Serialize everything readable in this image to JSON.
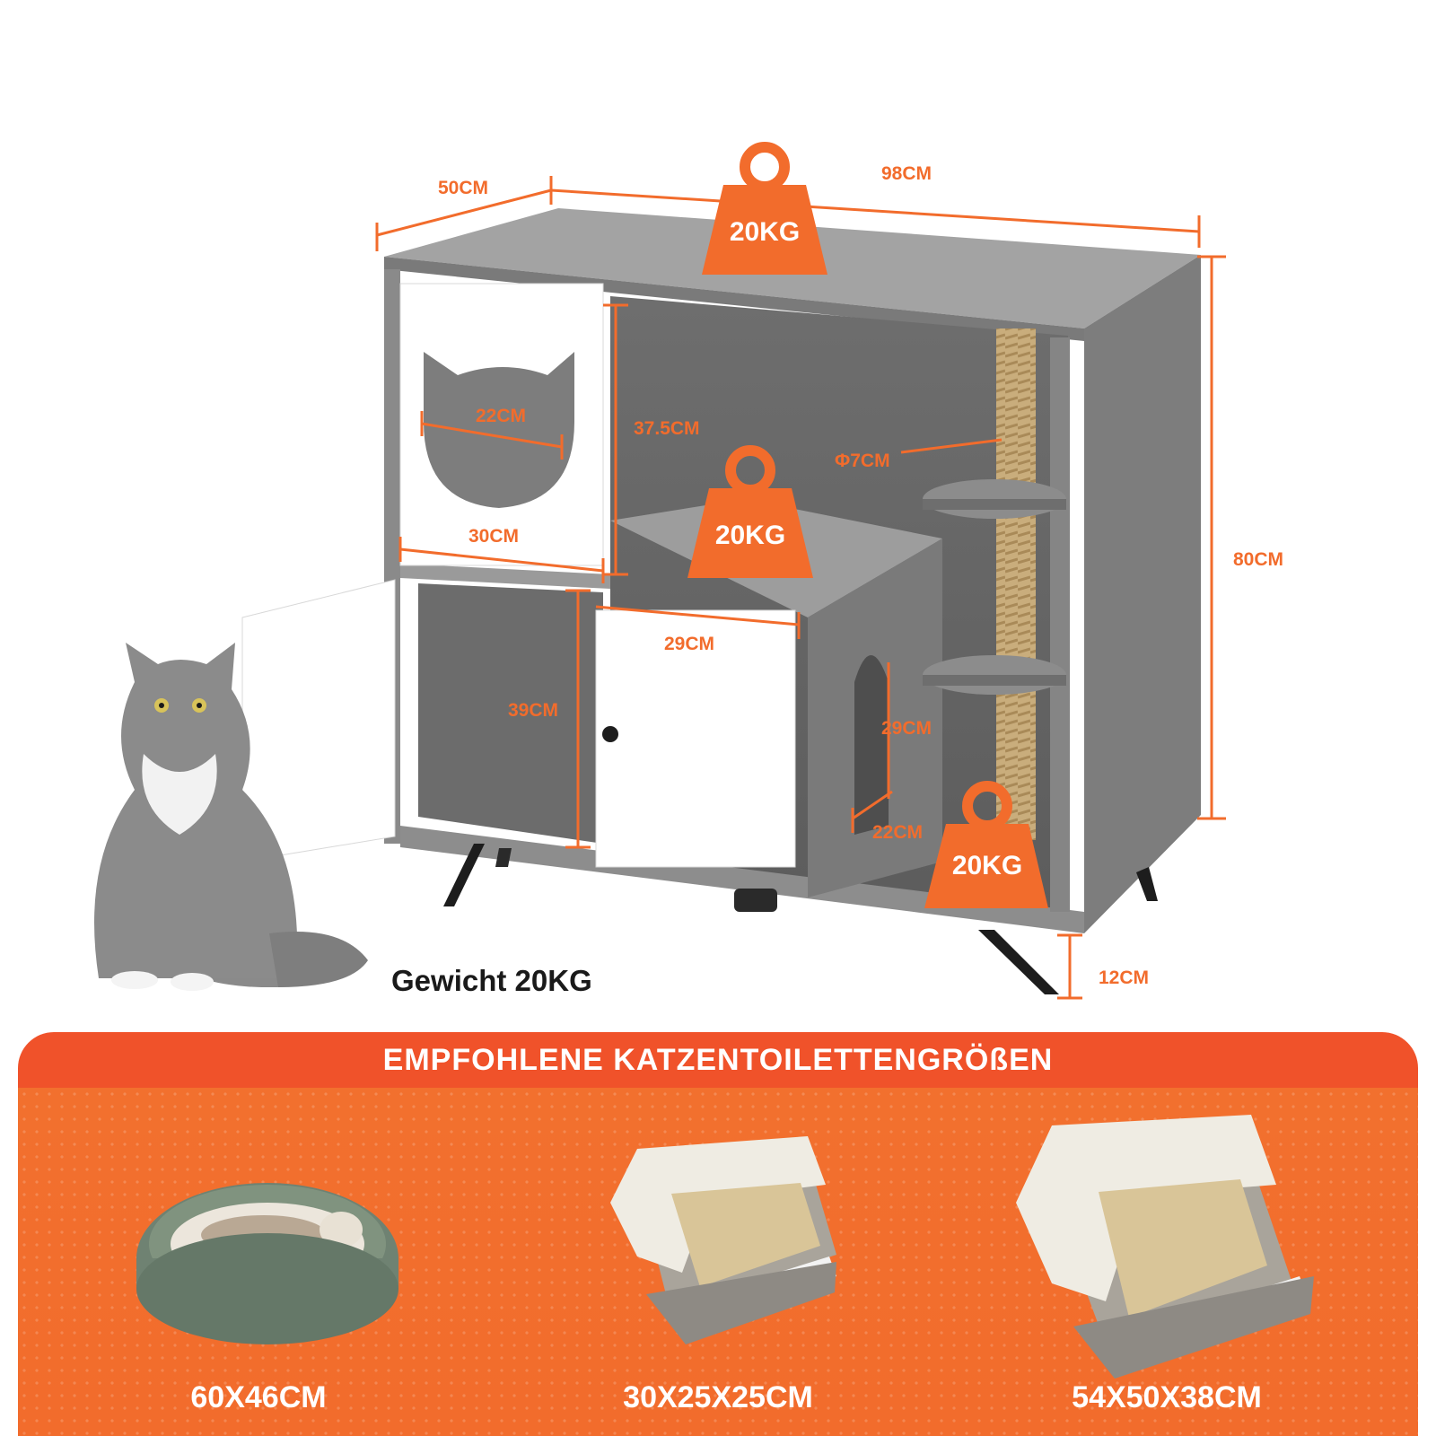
{
  "dimensions": {
    "depth": "50CM",
    "width": "98CM",
    "height": "80CM",
    "cat_hole_width": "22CM",
    "upper_compartment_height": "37.5CM",
    "upper_door_width": "30CM",
    "post_diameter": "Φ7CM",
    "lower_door_width": "29CM",
    "lower_compartment_height": "39CM",
    "arch_height": "29CM",
    "arch_width": "22CM",
    "leg_height": "12CM"
  },
  "loads": {
    "top": "20KG",
    "middle": "20KG",
    "shelf": "20KG"
  },
  "weight_caption": "Gewicht 20KG",
  "banner": {
    "title": "EMPFOHLENE KATZENTOILETTENGRÖßEN",
    "sizes": [
      "60X46CM",
      "30X25X25CM",
      "54X50X38CM"
    ]
  },
  "colors": {
    "accent": "#f26c2c",
    "banner_red": "#f0522a",
    "wood_gray": "#8a8a8a",
    "white": "#ffffff"
  }
}
